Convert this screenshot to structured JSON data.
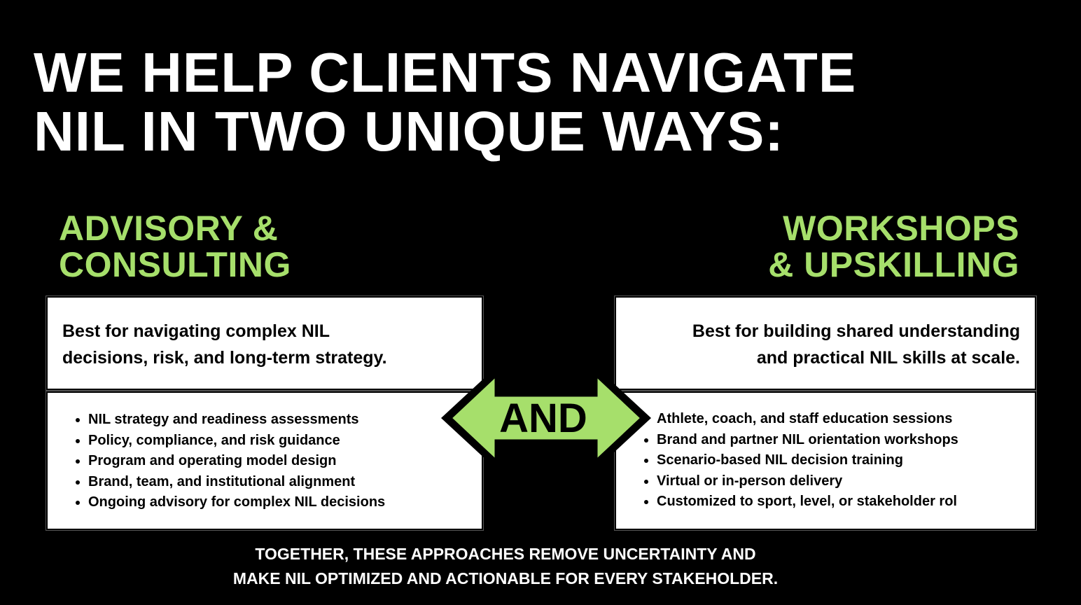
{
  "title": {
    "line1": "WE HELP CLIENTS NAVIGATE",
    "line2": "NIL IN TWO UNIQUE WAYS:"
  },
  "left": {
    "heading_line1": "ADVISORY &",
    "heading_line2": "CONSULTING",
    "tagline_line1": "Best for navigating complex NIL",
    "tagline_line2": "decisions, risk, and long-term strategy.",
    "items": [
      "NIL strategy and readiness assessments",
      "Policy, compliance, and risk guidance",
      "Program and operating model design",
      "Brand, team, and institutional alignment",
      "Ongoing advisory for complex NIL decisions"
    ]
  },
  "right": {
    "heading_line1": "WORKSHOPS",
    "heading_line2": "& UPSKILLING",
    "tagline_line1": "Best for building shared understanding",
    "tagline_line2": "and practical NIL skills at scale.",
    "items": [
      "Athlete, coach, and staff education sessions",
      "Brand and partner NIL orientation workshops",
      "Scenario-based NIL decision training",
      "Virtual or in-person delivery",
      "Customized to sport, level, or stakeholder rol"
    ]
  },
  "connector": {
    "label": "AND",
    "icon": "double-arrow-icon",
    "color": "#a6df6b"
  },
  "footer": {
    "line1": "TOGETHER, THESE APPROACHES REMOVE UNCERTAINTY AND",
    "line2": "MAKE NIL OPTIMIZED AND ACTIONABLE FOR EVERY STAKEHOLDER."
  }
}
